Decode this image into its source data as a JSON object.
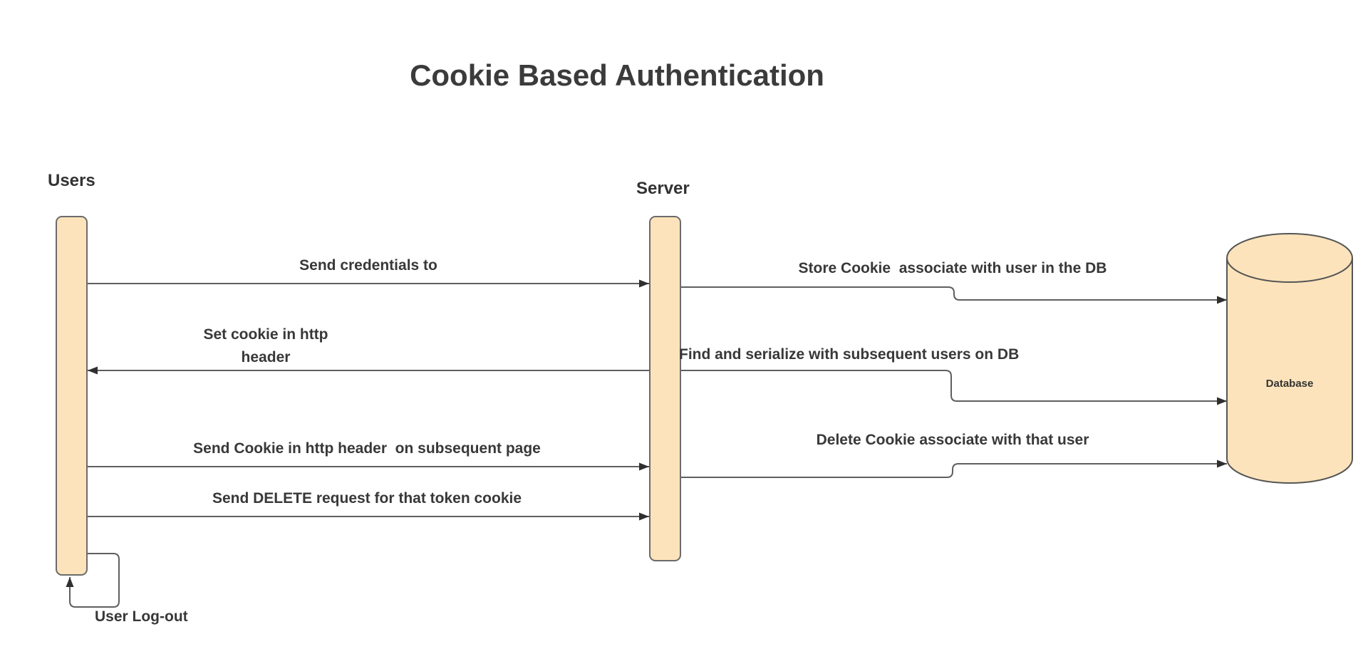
{
  "title": "Cookie Based Authentication",
  "actors": {
    "users": "Users",
    "server": "Server",
    "database": "Database"
  },
  "messages": {
    "send_credentials": "Send credentials to",
    "set_cookie": "Set cookie in http\nheader",
    "send_cookie_header": "Send Cookie in http header  on subsequent page",
    "send_delete_request": "Send DELETE request for that token cookie",
    "store_cookie": "Store Cookie  associate with user in the DB",
    "find_serialize": "Find and serialize with subsequent users on DB",
    "delete_cookie": "Delete Cookie associate with that user",
    "user_logout": "User Log-out"
  },
  "colors": {
    "background": "#ffffff",
    "shape_fill": "#FCE3BB",
    "shape_stroke": "#6b6b6b",
    "connector_stroke": "#5f5f5f",
    "arrowhead_fill": "#2f2f2f",
    "text": "#383838"
  }
}
